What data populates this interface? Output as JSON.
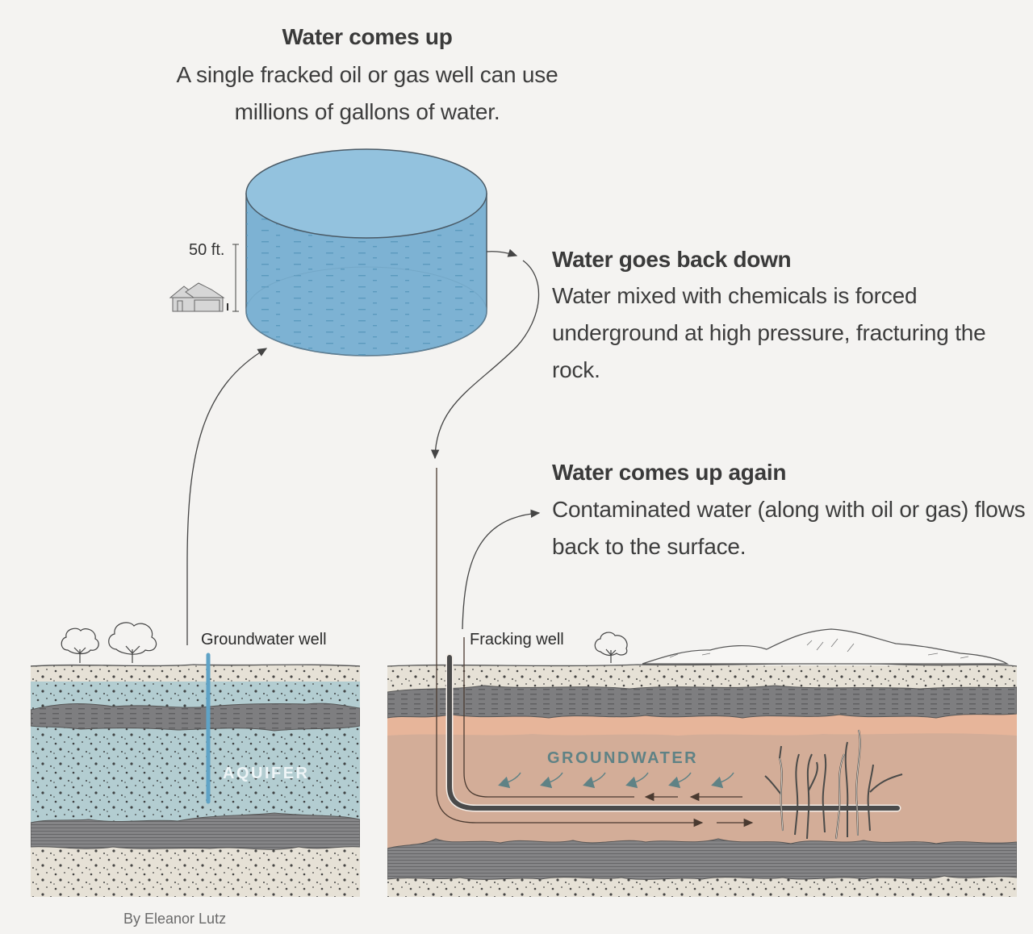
{
  "sections": {
    "water_comes_up": {
      "title": "Water comes up",
      "description": "A single fracked oil or gas well can use millions of gallons of water."
    },
    "water_goes_back_down": {
      "title": "Water goes back down",
      "description": "Water mixed with chemicals is forced underground at high pressure, fracturing the rock."
    },
    "water_comes_up_again": {
      "title": "Water comes up again",
      "description": "Contaminated water (along with oil or gas) flows back to the surface."
    }
  },
  "tank": {
    "height_label": "50 ft.",
    "scale_reference": "house-icon"
  },
  "labels": {
    "groundwater_well": "Groundwater well",
    "fracking_well": "Fracking well",
    "aquifer": "AQUIFER",
    "groundwater": "GROUNDWATER"
  },
  "byline": "By Eleanor Lutz",
  "colors": {
    "background": "#f4f3f1",
    "water_tank": "#7fb3d3",
    "aquifer": "#b3cdd1",
    "soil_light": "#e6e1d6",
    "shale_gray": "#808080",
    "sandstone": "#e7b59a",
    "rock_pink": "#d3ad98",
    "groundwater_text": "#5f8285",
    "well_pipe_blue": "#5fa3c6",
    "well_pipe_dark": "#4a4a4a"
  }
}
